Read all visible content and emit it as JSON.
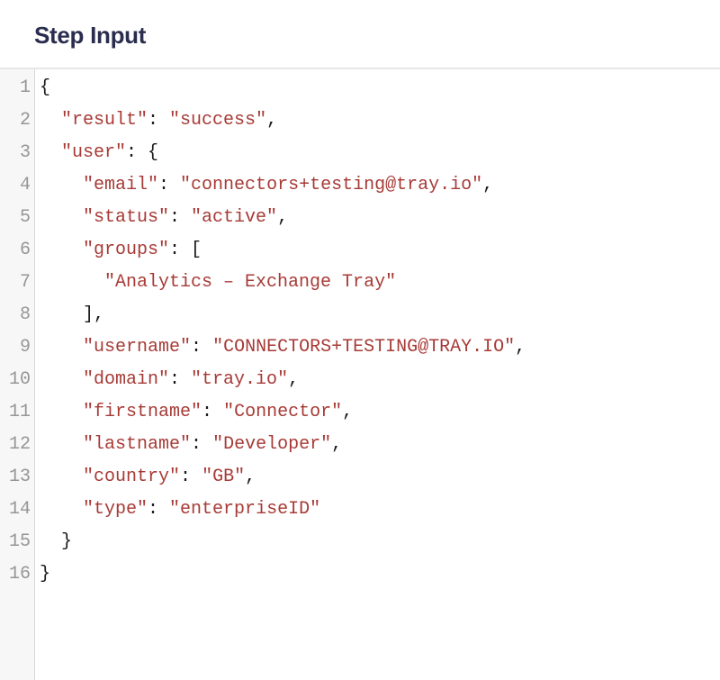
{
  "header": {
    "title": "Step Input"
  },
  "colors": {
    "title_color": "#2a2d4e",
    "string_red": "#a73a36",
    "punct_black": "#1a1a1a",
    "line_number_gray": "#969696",
    "gutter_bg": "#f7f7f7",
    "gutter_border": "#d8d8d8",
    "divider": "#e7e7e7",
    "panel_bg": "#ffffff"
  },
  "editor": {
    "line_numbers": [
      "1",
      "2",
      "3",
      "4",
      "5",
      "6",
      "7",
      "8",
      "9",
      "10",
      "11",
      "12",
      "13",
      "14",
      "15",
      "16"
    ],
    "token_classes": {
      "p": "tok-p",
      "s": "tok-s"
    },
    "lines": [
      [
        {
          "t": "p",
          "x": "{"
        }
      ],
      [
        {
          "t": "p",
          "x": "  "
        },
        {
          "t": "s",
          "x": "\"result\""
        },
        {
          "t": "p",
          "x": ": "
        },
        {
          "t": "s",
          "x": "\"success\""
        },
        {
          "t": "p",
          "x": ","
        }
      ],
      [
        {
          "t": "p",
          "x": "  "
        },
        {
          "t": "s",
          "x": "\"user\""
        },
        {
          "t": "p",
          "x": ": {"
        }
      ],
      [
        {
          "t": "p",
          "x": "    "
        },
        {
          "t": "s",
          "x": "\"email\""
        },
        {
          "t": "p",
          "x": ": "
        },
        {
          "t": "s",
          "x": "\"connectors+testing@tray.io\""
        },
        {
          "t": "p",
          "x": ","
        }
      ],
      [
        {
          "t": "p",
          "x": "    "
        },
        {
          "t": "s",
          "x": "\"status\""
        },
        {
          "t": "p",
          "x": ": "
        },
        {
          "t": "s",
          "x": "\"active\""
        },
        {
          "t": "p",
          "x": ","
        }
      ],
      [
        {
          "t": "p",
          "x": "    "
        },
        {
          "t": "s",
          "x": "\"groups\""
        },
        {
          "t": "p",
          "x": ": ["
        }
      ],
      [
        {
          "t": "p",
          "x": "      "
        },
        {
          "t": "s",
          "x": "\"Analytics – Exchange Tray\""
        }
      ],
      [
        {
          "t": "p",
          "x": "    ],"
        }
      ],
      [
        {
          "t": "p",
          "x": "    "
        },
        {
          "t": "s",
          "x": "\"username\""
        },
        {
          "t": "p",
          "x": ": "
        },
        {
          "t": "s",
          "x": "\"CONNECTORS+TESTING@TRAY.IO\""
        },
        {
          "t": "p",
          "x": ","
        }
      ],
      [
        {
          "t": "p",
          "x": "    "
        },
        {
          "t": "s",
          "x": "\"domain\""
        },
        {
          "t": "p",
          "x": ": "
        },
        {
          "t": "s",
          "x": "\"tray.io\""
        },
        {
          "t": "p",
          "x": ","
        }
      ],
      [
        {
          "t": "p",
          "x": "    "
        },
        {
          "t": "s",
          "x": "\"firstname\""
        },
        {
          "t": "p",
          "x": ": "
        },
        {
          "t": "s",
          "x": "\"Connector\""
        },
        {
          "t": "p",
          "x": ","
        }
      ],
      [
        {
          "t": "p",
          "x": "    "
        },
        {
          "t": "s",
          "x": "\"lastname\""
        },
        {
          "t": "p",
          "x": ": "
        },
        {
          "t": "s",
          "x": "\"Developer\""
        },
        {
          "t": "p",
          "x": ","
        }
      ],
      [
        {
          "t": "p",
          "x": "    "
        },
        {
          "t": "s",
          "x": "\"country\""
        },
        {
          "t": "p",
          "x": ": "
        },
        {
          "t": "s",
          "x": "\"GB\""
        },
        {
          "t": "p",
          "x": ","
        }
      ],
      [
        {
          "t": "p",
          "x": "    "
        },
        {
          "t": "s",
          "x": "\"type\""
        },
        {
          "t": "p",
          "x": ": "
        },
        {
          "t": "s",
          "x": "\"enterpriseID\""
        }
      ],
      [
        {
          "t": "p",
          "x": "  }"
        }
      ],
      [
        {
          "t": "p",
          "x": "}"
        }
      ]
    ]
  }
}
